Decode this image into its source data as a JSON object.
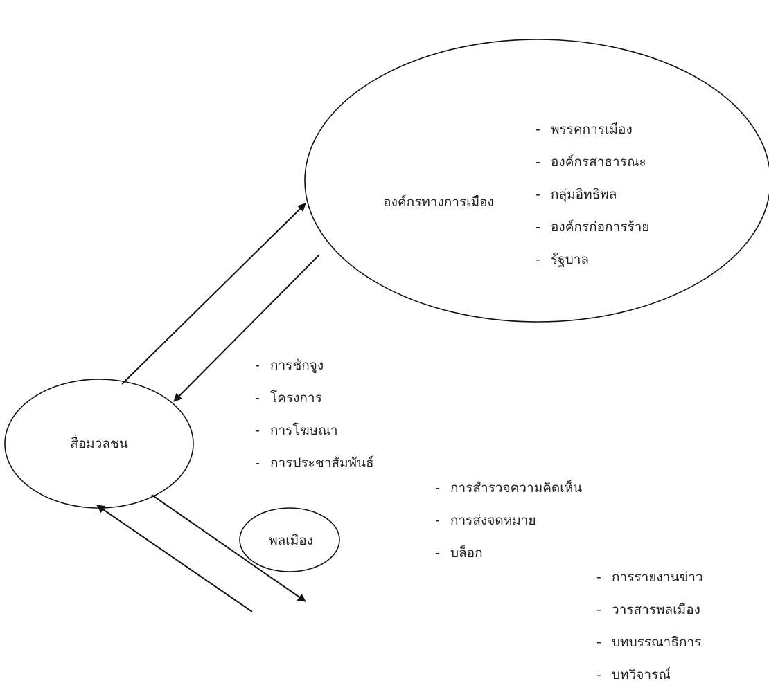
{
  "nodes": {
    "political_org": "องค์กรทางการเมือง",
    "mass_media": "สื่อมวลชน",
    "citizens": "พลเมือง"
  },
  "political_org_list": [
    "พรรคการเมือง",
    "องค์กรสาธารณะ",
    "กลุ่มอิทธิพล",
    "องค์กรก่อการร้าย",
    "รัฐบาล"
  ],
  "org_to_media_list": [
    "การชักจูง",
    "โครงการ",
    "การโฆษณา",
    "การประชาสัมพันธ์"
  ],
  "citizen_to_media_list": [
    "การสำรวจความคิดเห็น",
    "การส่งจดหมาย",
    "บล็อก"
  ],
  "media_to_citizen_list": [
    "การรายงานข่าว",
    "วารสารพลเมือง",
    "บทบรรณาธิการ",
    "บทวิจารณ์"
  ],
  "bullet": "-",
  "colors": {
    "stroke": "#111111",
    "text": "#222222"
  }
}
